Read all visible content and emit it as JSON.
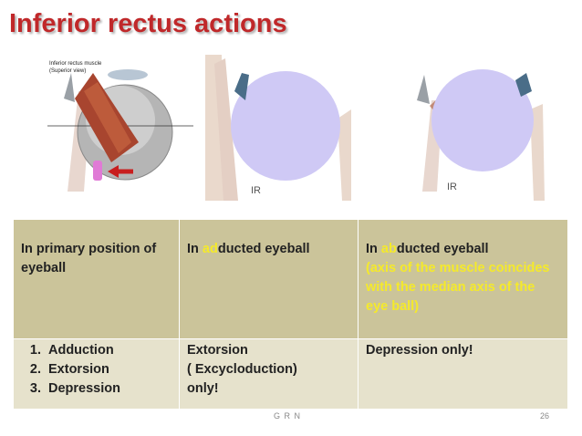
{
  "title": "Inferior rectus  actions",
  "figures": {
    "fig1": {
      "caption_line1": "Inferior rectus muscle",
      "caption_line2": "(Superior view)"
    },
    "fig2": {
      "label": "IR"
    },
    "fig3": {
      "label": "IR"
    }
  },
  "table": {
    "headers": {
      "col1": "In primary position of eyeball",
      "col2_prefix": "In ",
      "col2_highlight": "ad",
      "col2_suffix": "ducted eyeball",
      "col3_prefix": "In ",
      "col3_highlight": "ab",
      "col3_suffix": "ducted eyeball",
      "col3_note": "(axis of the muscle coincides with the median axis of the eye ball)"
    },
    "row": {
      "col1_items": [
        "Adduction",
        "Extorsion",
        "Depression"
      ],
      "col2_line1": "Extorsion",
      "col2_line2": "( Excycloduction)",
      "col2_line3": "only!",
      "col3": "Depression only!"
    }
  },
  "footer": {
    "author": "G R N",
    "page": "26"
  },
  "colors": {
    "title": "#c0282a",
    "header_bg": "#cbc49a",
    "body_bg": "#e6e2cc",
    "highlight": "#f5ea2a"
  }
}
